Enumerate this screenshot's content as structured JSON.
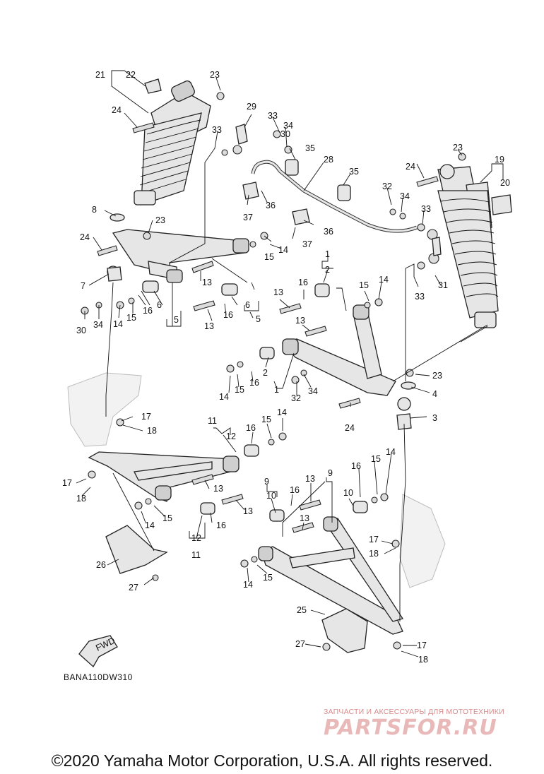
{
  "diagram": {
    "code": "BANA110DW310",
    "fwd_label": "FWD",
    "callouts": [
      "1",
      "2",
      "3",
      "4",
      "5",
      "6",
      "7",
      "8",
      "9",
      "10",
      "11",
      "12",
      "13",
      "14",
      "15",
      "16",
      "17",
      "18",
      "19",
      "20",
      "21",
      "22",
      "23",
      "24",
      "25",
      "26",
      "27",
      "28",
      "29",
      "30",
      "31",
      "32",
      "33",
      "34",
      "35",
      "36",
      "37"
    ]
  },
  "watermark": {
    "tagline": "ЗАПЧАСТИ И АКСЕССУАРЫ ДЛЯ МОТОТЕХНИКИ",
    "logo": "PARTSFOR.RU"
  },
  "copyright": "©2020 Yamaha Motor Corporation, U.S.A. All rights reserved."
}
